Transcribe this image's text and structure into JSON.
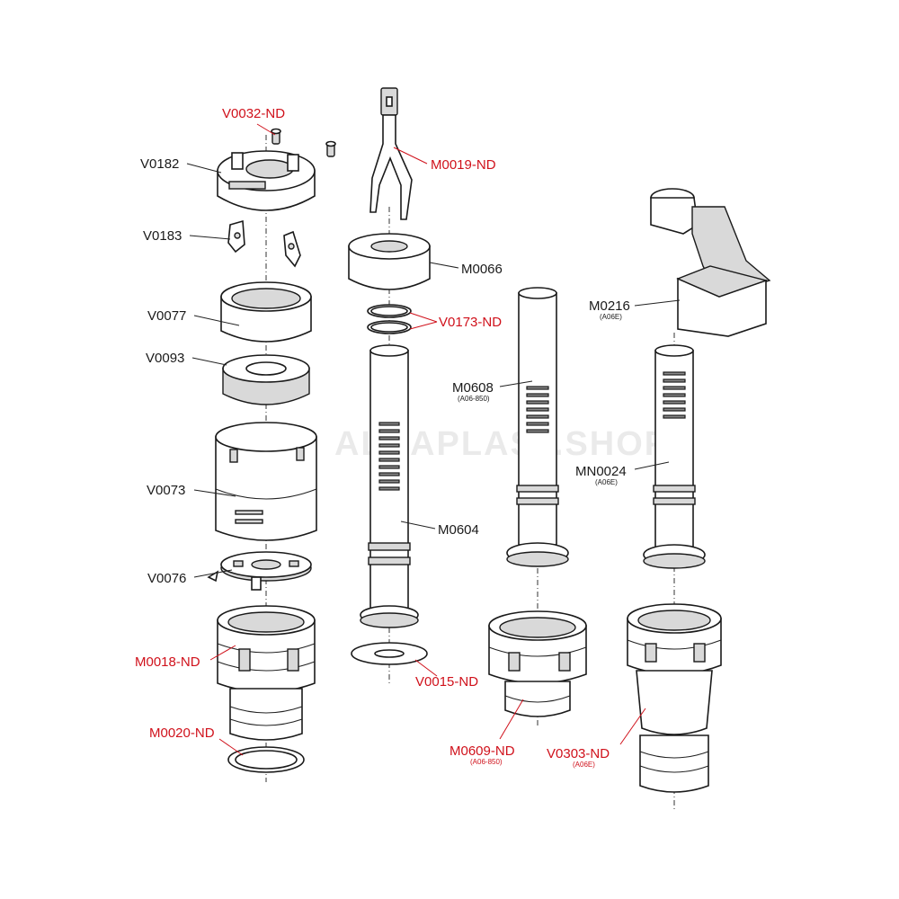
{
  "watermark": "ALCAPLAST.SHOP",
  "colors": {
    "highlight": "#d0111b",
    "normal": "#1a1a1a"
  },
  "parts": {
    "v0032": {
      "code": "V0032-ND",
      "highlight": true
    },
    "v0182": {
      "code": "V0182",
      "highlight": false
    },
    "v0183": {
      "code": "V0183",
      "highlight": false
    },
    "v0077": {
      "code": "V0077",
      "highlight": false
    },
    "v0093": {
      "code": "V0093",
      "highlight": false
    },
    "v0073": {
      "code": "V0073",
      "highlight": false
    },
    "v0076": {
      "code": "V0076",
      "highlight": false
    },
    "m0018": {
      "code": "M0018-ND",
      "highlight": true
    },
    "m0020": {
      "code": "M0020-ND",
      "highlight": true
    },
    "m0019": {
      "code": "M0019-ND",
      "highlight": true
    },
    "m0066": {
      "code": "M0066",
      "highlight": false
    },
    "v0173": {
      "code": "V0173-ND",
      "highlight": true
    },
    "m0604": {
      "code": "M0604",
      "highlight": false
    },
    "v0015": {
      "code": "V0015-ND",
      "highlight": true
    },
    "m0608": {
      "code": "M0608",
      "sub": "(A06-850)",
      "highlight": false
    },
    "m0609": {
      "code": "M0609-ND",
      "sub": "(A06-850)",
      "highlight": true
    },
    "m0216": {
      "code": "M0216",
      "sub": "(A06E)",
      "highlight": false
    },
    "mn0024": {
      "code": "MN0024",
      "sub": "(A06E)",
      "highlight": false
    },
    "v0303": {
      "code": "V0303-ND",
      "sub": "(A06E)",
      "highlight": true
    }
  }
}
